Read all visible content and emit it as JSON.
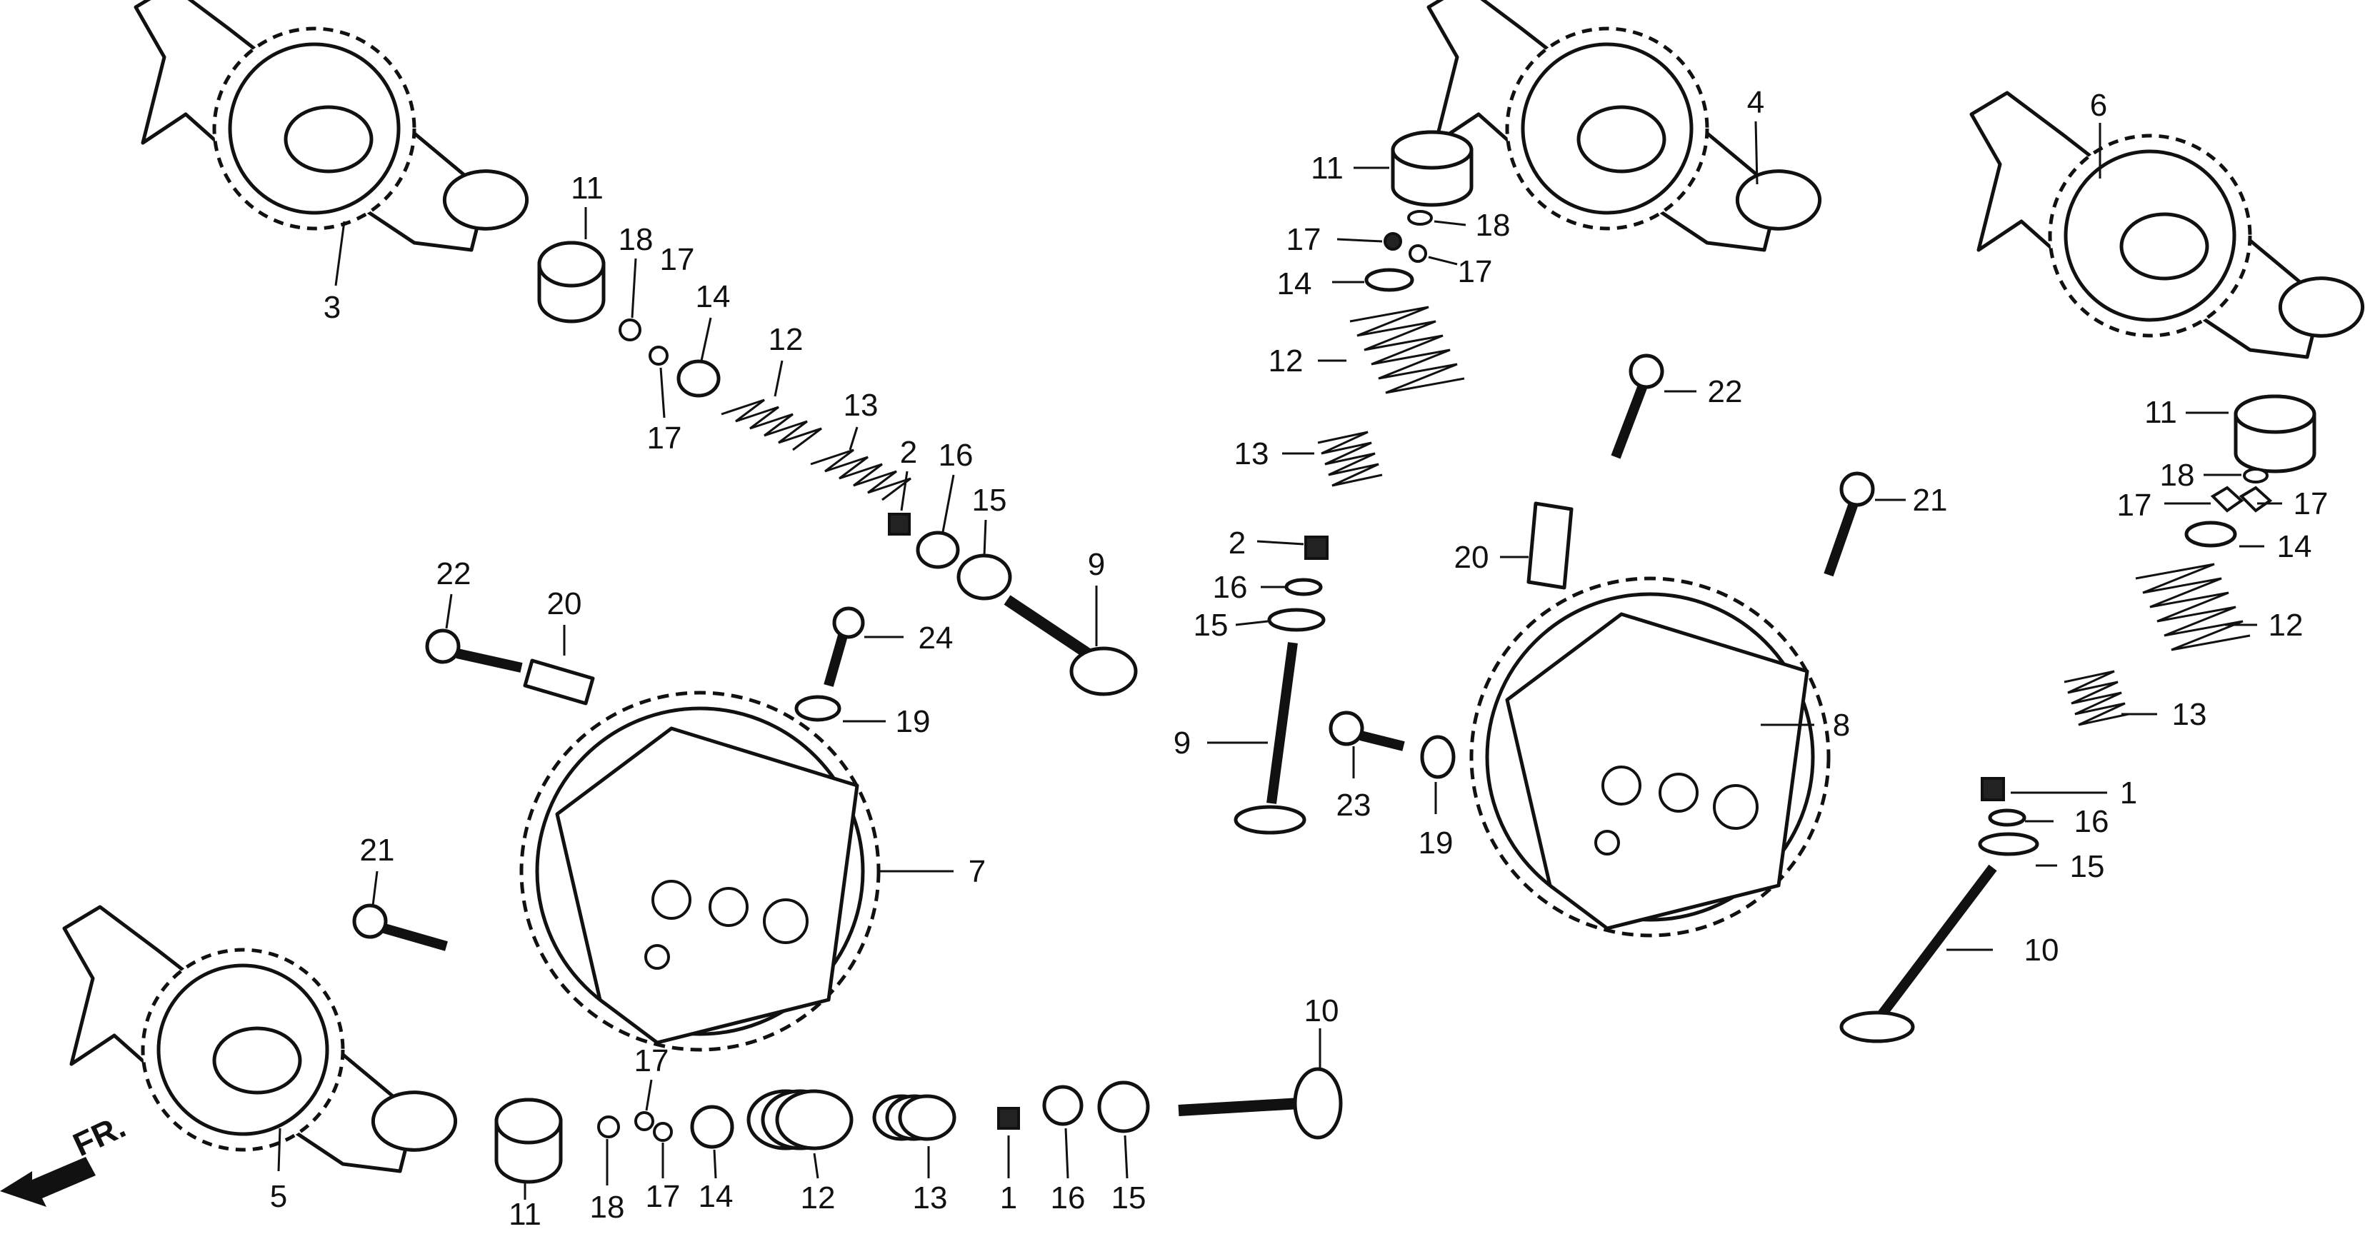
{
  "diagram": {
    "callouts": [
      {
        "id": "c-3",
        "text": "3"
      },
      {
        "id": "c-11-a",
        "text": "11"
      },
      {
        "id": "c-18-a",
        "text": "18"
      },
      {
        "id": "c-17-a1",
        "text": "17"
      },
      {
        "id": "c-17-a2",
        "text": "17"
      },
      {
        "id": "c-14-a",
        "text": "14"
      },
      {
        "id": "c-12-a",
        "text": "12"
      },
      {
        "id": "c-13-a",
        "text": "13"
      },
      {
        "id": "c-2-a",
        "text": "2"
      },
      {
        "id": "c-16-a",
        "text": "16"
      },
      {
        "id": "c-15-a",
        "text": "15"
      },
      {
        "id": "c-9-a",
        "text": "9"
      },
      {
        "id": "c-22-a",
        "text": "22"
      },
      {
        "id": "c-20-a",
        "text": "20"
      },
      {
        "id": "c-24",
        "text": "24"
      },
      {
        "id": "c-19-a",
        "text": "19"
      },
      {
        "id": "c-7",
        "text": "7"
      },
      {
        "id": "c-21-a",
        "text": "21"
      },
      {
        "id": "c-5",
        "text": "5"
      },
      {
        "id": "c-11-b",
        "text": "11"
      },
      {
        "id": "c-18-b",
        "text": "18"
      },
      {
        "id": "c-17-b1",
        "text": "17"
      },
      {
        "id": "c-17-b2",
        "text": "17"
      },
      {
        "id": "c-14-b",
        "text": "14"
      },
      {
        "id": "c-12-b",
        "text": "12"
      },
      {
        "id": "c-13-b",
        "text": "13"
      },
      {
        "id": "c-1-b",
        "text": "1"
      },
      {
        "id": "c-16-b",
        "text": "16"
      },
      {
        "id": "c-15-b",
        "text": "15"
      },
      {
        "id": "c-10-b",
        "text": "10"
      },
      {
        "id": "c-4",
        "text": "4"
      },
      {
        "id": "c-11-c",
        "text": "11"
      },
      {
        "id": "c-17-c1",
        "text": "17"
      },
      {
        "id": "c-18-c",
        "text": "18"
      },
      {
        "id": "c-17-c2",
        "text": "17"
      },
      {
        "id": "c-14-c",
        "text": "14"
      },
      {
        "id": "c-12-c",
        "text": "12"
      },
      {
        "id": "c-13-c",
        "text": "13"
      },
      {
        "id": "c-2-c",
        "text": "2"
      },
      {
        "id": "c-16-c",
        "text": "16"
      },
      {
        "id": "c-15-c",
        "text": "15"
      },
      {
        "id": "c-9-c",
        "text": "9"
      },
      {
        "id": "c-22-c",
        "text": "22"
      },
      {
        "id": "c-20-c",
        "text": "20"
      },
      {
        "id": "c-21-c",
        "text": "21"
      },
      {
        "id": "c-8",
        "text": "8"
      },
      {
        "id": "c-23",
        "text": "23"
      },
      {
        "id": "c-19-c",
        "text": "19"
      },
      {
        "id": "c-6",
        "text": "6"
      },
      {
        "id": "c-11-d",
        "text": "11"
      },
      {
        "id": "c-18-d",
        "text": "18"
      },
      {
        "id": "c-17-d1",
        "text": "17"
      },
      {
        "id": "c-17-d2",
        "text": "17"
      },
      {
        "id": "c-14-d",
        "text": "14"
      },
      {
        "id": "c-12-d",
        "text": "12"
      },
      {
        "id": "c-13-d",
        "text": "13"
      },
      {
        "id": "c-1-d",
        "text": "1"
      },
      {
        "id": "c-16-d",
        "text": "16"
      },
      {
        "id": "c-15-d",
        "text": "15"
      },
      {
        "id": "c-10-d",
        "text": "10"
      }
    ],
    "front_indicator": "FR."
  }
}
